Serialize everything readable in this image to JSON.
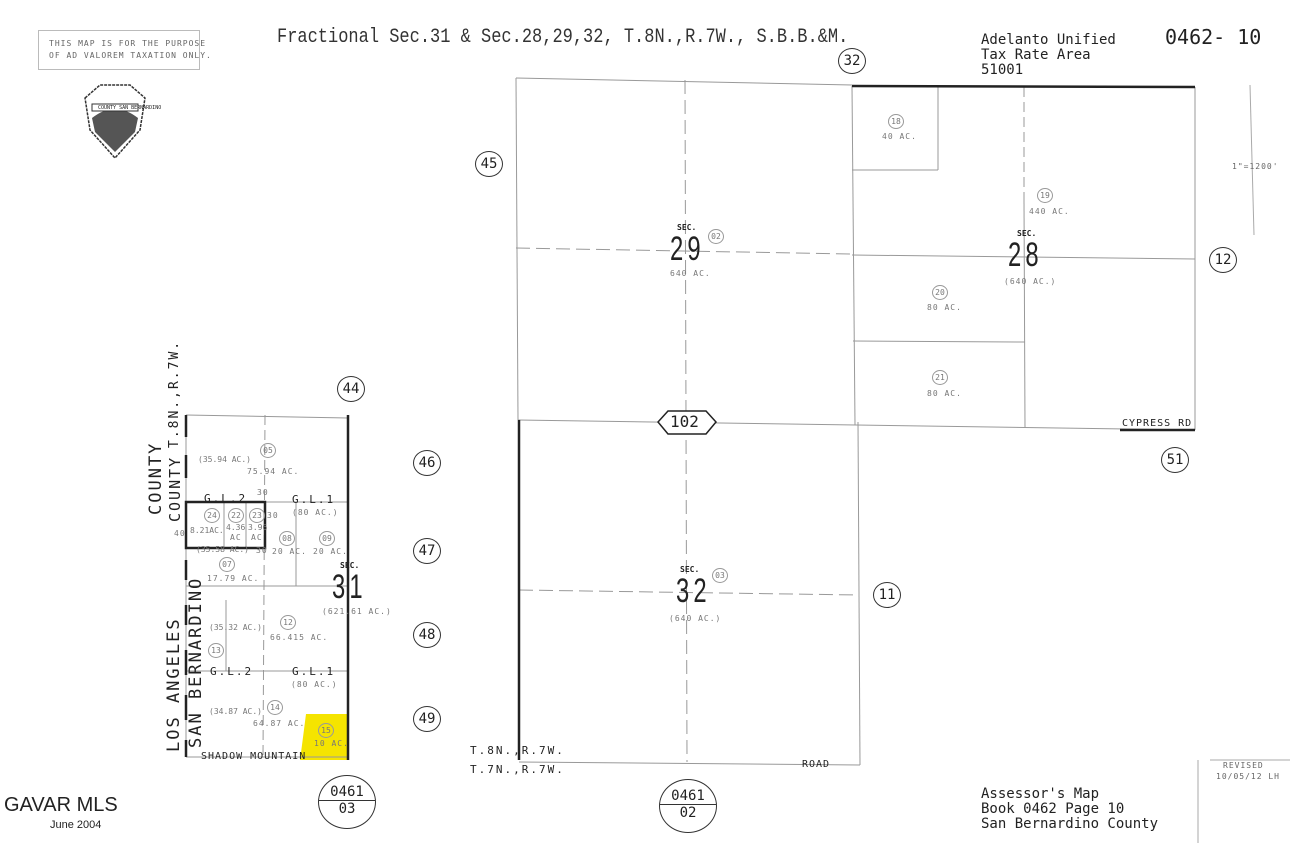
{
  "header": {
    "title": "Fractional Sec.31 & Sec.28,29,32, T.8N.,R.7W., S.B.B.&M.",
    "district": "Adelanto Unified",
    "tax_area_label": "Tax Rate Area",
    "tax_area": "51001",
    "map_number": "0462- 10"
  },
  "disclaimer": [
    "THIS MAP IS FOR THE PURPOSE",
    "OF AD VALOREM TAXATION ONLY."
  ],
  "seal_text": "COUNTY SAN BERNARDINO",
  "scale": "1\"=1200'",
  "revised": {
    "label": "REVISED",
    "value": "10/05/12 LH"
  },
  "footer": {
    "line1": "Assessor's Map",
    "line2": "Book 0462 Page 10",
    "line3": "San Bernardino County"
  },
  "watermark": {
    "brand": "GAVAR MLS",
    "date": "June 2004"
  },
  "adjacent_maps": [
    "45",
    "32",
    "12",
    "51",
    "11",
    "44",
    "46",
    "47",
    "48",
    "49"
  ],
  "ref_maps": [
    {
      "top": "0461",
      "bottom": "03"
    },
    {
      "top": "0461",
      "bottom": "02"
    }
  ],
  "highway": "102",
  "roads": {
    "cypress": "CYPRESS RD",
    "shadow": "SHADOW MOUNTAIN",
    "road": "ROAD"
  },
  "township": {
    "upper": "T.8N.,R.7W.",
    "lower": "T.7N.,R.7W.",
    "vertical": "T.8N.,R.7W."
  },
  "counties": {
    "la": "LOS ANGELES",
    "sb": "SAN BERNARDINO",
    "county1": "COUNTY",
    "county2": "COUNTY"
  },
  "sections": {
    "label": "SEC.",
    "s29": {
      "num": "29",
      "parcel": "02",
      "area": "640 AC."
    },
    "s28": {
      "num": "28",
      "area": "(640 AC.)"
    },
    "s32": {
      "num": "32",
      "parcel": "03",
      "area": "(640 AC.)"
    },
    "s31": {
      "num": "31",
      "area": "(621.61 AC.)"
    }
  },
  "parcels": {
    "p18": {
      "num": "18",
      "area": "40 AC."
    },
    "p19": {
      "num": "19",
      "area": "440 AC."
    },
    "p20": {
      "num": "20",
      "area": "80 AC."
    },
    "p21": {
      "num": "21",
      "area": "80 AC."
    },
    "p05": {
      "num": "05",
      "area": "75.94 AC.",
      "gl": "(35.94 AC.)"
    },
    "p24": {
      "num": "24",
      "area": "8.21AC."
    },
    "p22": {
      "num": "22",
      "area": "4.36",
      "unit": "AC"
    },
    "p23": {
      "num": "23",
      "area": "3.96",
      "unit": "AC"
    },
    "p08": {
      "num": "08",
      "area": "20 AC."
    },
    "p09": {
      "num": "09",
      "area": "20 AC."
    },
    "p07": {
      "num": "07",
      "area": "17.79 AC.",
      "gl": "(35.58 AC.)"
    },
    "p12": {
      "num": "12",
      "area": "66.415 AC.",
      "gl": "(35.32 AC.)"
    },
    "p13": {
      "num": "13"
    },
    "p14": {
      "num": "14",
      "area": "64.87 AC.",
      "gl": "(34.87 AC.)"
    },
    "p15": {
      "num": "15",
      "area": "10 AC.",
      "highlight": "#f5e400"
    }
  },
  "gov_lots": {
    "gl1a": "G.L.1",
    "gl1a_area": "(80 AC.)",
    "gl2a": "G.L.2",
    "gl1b": "G.L.1",
    "gl1b_area": "(80 AC.)",
    "gl2b": "G.L.2"
  },
  "dims": {
    "d30a": "30",
    "d30b": "30",
    "d30c": "30",
    "d40": "40"
  }
}
